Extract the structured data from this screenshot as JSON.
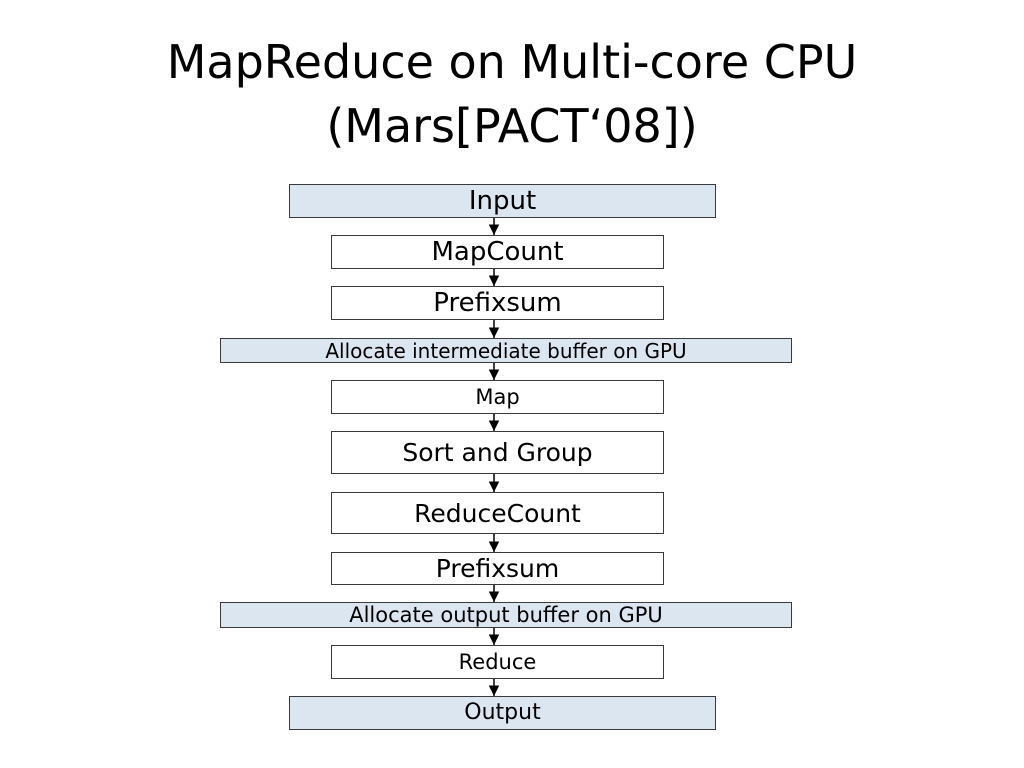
{
  "title": {
    "line1": "MapReduce on Multi-core CPU",
    "line2": "(Mars[PACT‘08])"
  },
  "flow": {
    "steps": [
      {
        "label": "Input",
        "shaded": true
      },
      {
        "label": "MapCount",
        "shaded": false
      },
      {
        "label": "Prefixsum",
        "shaded": false
      },
      {
        "label": "Allocate intermediate buffer on GPU",
        "shaded": true
      },
      {
        "label": "Map",
        "shaded": false
      },
      {
        "label": "Sort and Group",
        "shaded": false
      },
      {
        "label": "ReduceCount",
        "shaded": false
      },
      {
        "label": "Prefixsum",
        "shaded": false
      },
      {
        "label": "Allocate output buffer on GPU",
        "shaded": true
      },
      {
        "label": "Reduce",
        "shaded": false
      },
      {
        "label": "Output",
        "shaded": true
      }
    ],
    "colors": {
      "shaded_fill": "#dce6f1",
      "plain_fill": "#ffffff",
      "border": "#3a3a3a",
      "arrow": "#000000"
    }
  }
}
